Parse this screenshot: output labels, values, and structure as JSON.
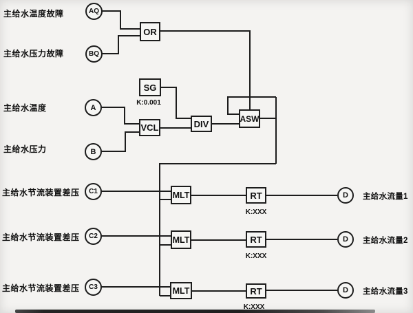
{
  "diagram": {
    "left_labels": {
      "temp_fault": "主给水温度故障",
      "pressure_fault": "主给水压力故障",
      "temp": "主给水温度",
      "pressure": "主给水压力",
      "dp1": "主给水节流装置差压",
      "dp2": "主给水节流装置差压",
      "dp3": "主给水节流装置差压"
    },
    "tags": {
      "aq": "AQ",
      "bq": "BQ",
      "a": "A",
      "b": "B",
      "c1": "C1",
      "c2": "C2",
      "c3": "C3",
      "d1": "D",
      "d2": "D",
      "d3": "D"
    },
    "blocks": {
      "or": "OR",
      "sg": "SG",
      "vcl": "VCL",
      "div": "DIV",
      "asw": "ASW",
      "mlt1": "MLT",
      "mlt2": "MLT",
      "mlt3": "MLT",
      "rt1": "RT",
      "rt2": "RT",
      "rt3": "RT"
    },
    "constants": {
      "sg_k": "K:0.001",
      "rt1_k": "K:XXX",
      "rt2_k": "K:XXX",
      "rt3_k": "K:XXX"
    },
    "right_labels": {
      "flow1": "主给水流量1",
      "flow2": "主给水流量2",
      "flow3": "主给水流量3"
    },
    "colors": {
      "line": "#1c1c1c",
      "background": "#f4f3f1",
      "text": "#101010",
      "artifact_bar": "#242424"
    }
  }
}
